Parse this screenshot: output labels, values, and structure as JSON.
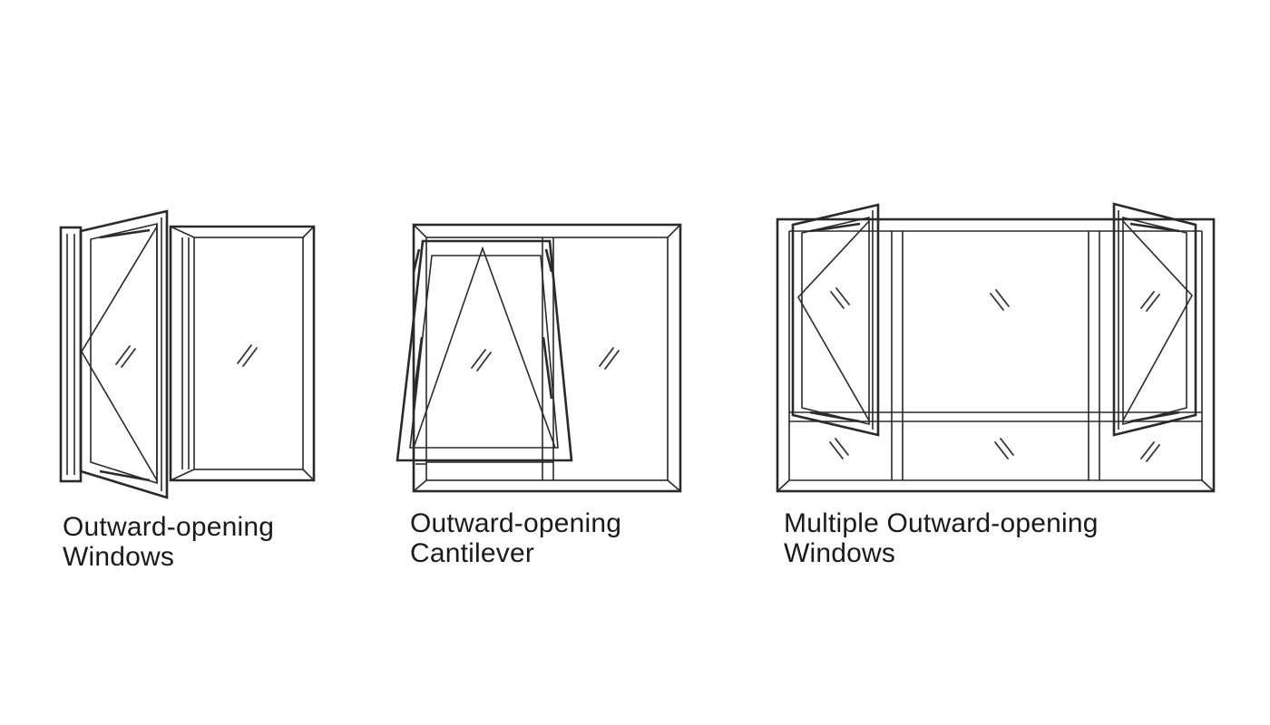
{
  "diagram": {
    "colors": {
      "line": "#2a2a2a",
      "background": "#ffffff",
      "text": "#1a1a1a"
    },
    "windows": [
      {
        "id": "outward-opening-windows",
        "caption_line1": "Outward-opening",
        "caption_line2": "Windows"
      },
      {
        "id": "outward-opening-cantilever",
        "caption_line1": "Outward-opening",
        "caption_line2": "Cantilever"
      },
      {
        "id": "multiple-outward-opening-windows",
        "caption_line1": "Multiple Outward-opening",
        "caption_line2": "Windows"
      }
    ]
  }
}
